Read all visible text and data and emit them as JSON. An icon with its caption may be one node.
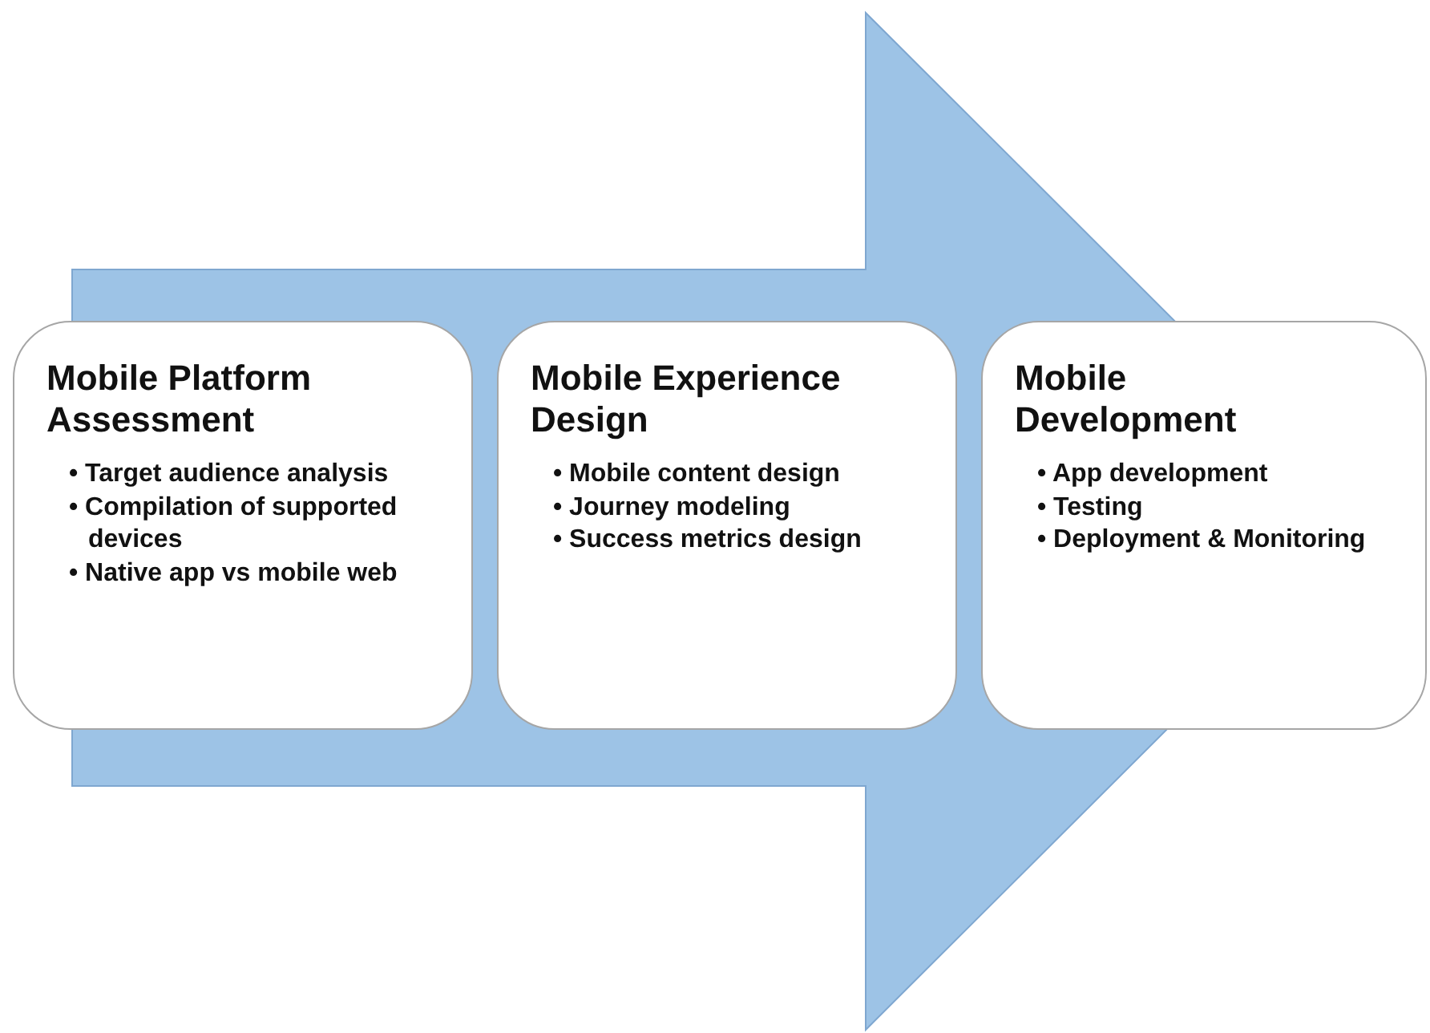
{
  "diagram": {
    "nodes": [
      {
        "text": [
          "Mobile Platform Assessment",
          "• Target audience analysis",
          "• Compilation of supported devices",
          "• Native app vs mobile web"
        ]
      },
      {
        "text": [
          "Mobile Experience Design",
          "• Mobile content design",
          "• Journey modeling",
          "• Success metrics design"
        ]
      },
      {
        "text": [
          "Mobile Development",
          "• App development",
          "• Testing",
          "• Deployment & Monitoring"
        ]
      }
    ],
    "edges": [
      {
        "from": 0,
        "to": 2,
        "arrow": "to",
        "style": "thick"
      }
    ]
  }
}
